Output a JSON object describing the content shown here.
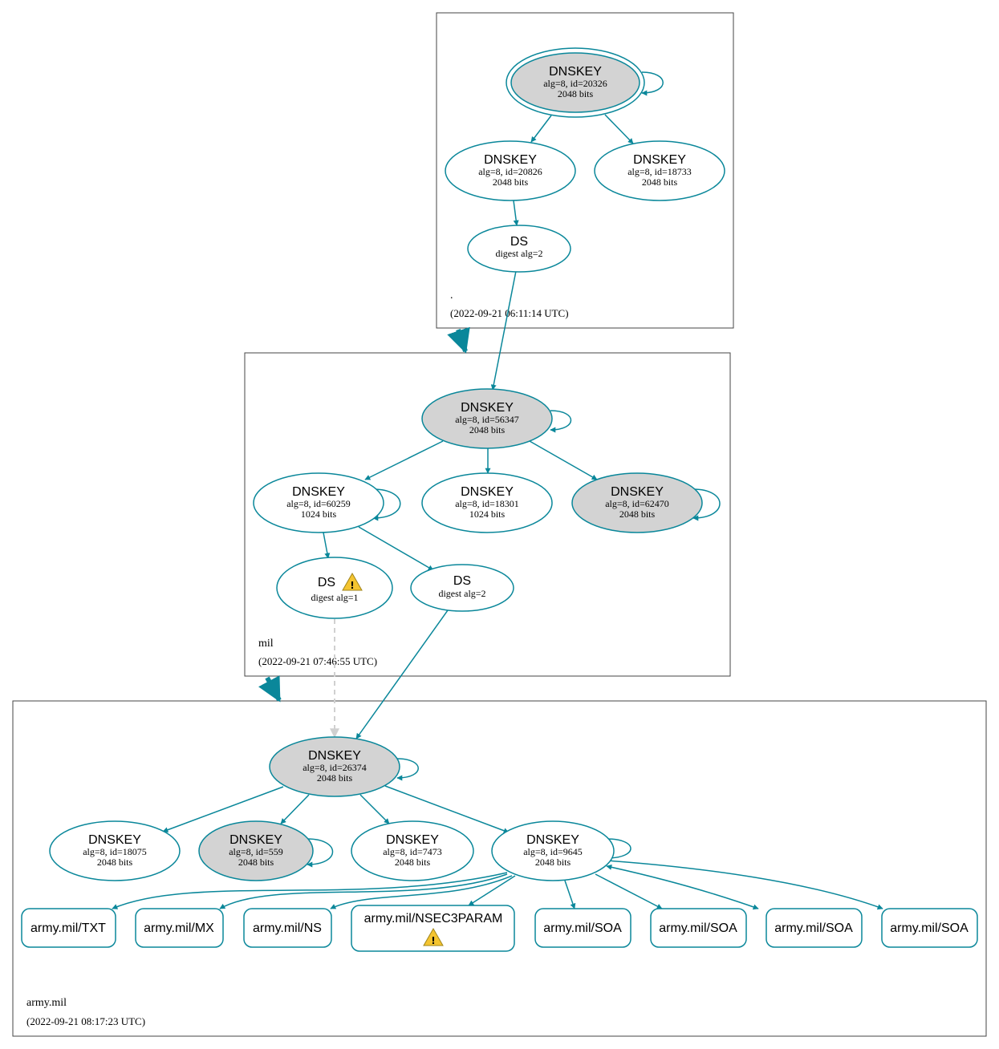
{
  "colors": {
    "edge": "#0a879a",
    "key_fill": "#d3d3d3",
    "dashed": "#d0d0d0",
    "warn": "#f4c430",
    "border": "#444444"
  },
  "zones": {
    "root": {
      "name": ".",
      "timestamp": "(2022-09-21 06:11:14 UTC)"
    },
    "mil": {
      "name": "mil",
      "timestamp": "(2022-09-21 07:46:55 UTC)"
    },
    "army": {
      "name": "army.mil",
      "timestamp": "(2022-09-21 08:17:23 UTC)"
    }
  },
  "nodes": {
    "root_ksk": {
      "title": "DNSKEY",
      "l1": "alg=8, id=20326",
      "l2": "2048 bits"
    },
    "root_zsk1": {
      "title": "DNSKEY",
      "l1": "alg=8, id=20826",
      "l2": "2048 bits"
    },
    "root_zsk2": {
      "title": "DNSKEY",
      "l1": "alg=8, id=18733",
      "l2": "2048 bits"
    },
    "root_ds": {
      "title": "DS",
      "l1": "digest alg=2"
    },
    "mil_ksk": {
      "title": "DNSKEY",
      "l1": "alg=8, id=56347",
      "l2": "2048 bits"
    },
    "mil_k1": {
      "title": "DNSKEY",
      "l1": "alg=8, id=60259",
      "l2": "1024 bits"
    },
    "mil_k2": {
      "title": "DNSKEY",
      "l1": "alg=8, id=18301",
      "l2": "1024 bits"
    },
    "mil_k3": {
      "title": "DNSKEY",
      "l1": "alg=8, id=62470",
      "l2": "2048 bits"
    },
    "mil_ds1": {
      "title": "DS",
      "l1": "digest alg=1"
    },
    "mil_ds2": {
      "title": "DS",
      "l1": "digest alg=2"
    },
    "army_ksk": {
      "title": "DNSKEY",
      "l1": "alg=8, id=26374",
      "l2": "2048 bits"
    },
    "army_k1": {
      "title": "DNSKEY",
      "l1": "alg=8, id=18075",
      "l2": "2048 bits"
    },
    "army_k2": {
      "title": "DNSKEY",
      "l1": "alg=8, id=559",
      "l2": "2048 bits"
    },
    "army_k3": {
      "title": "DNSKEY",
      "l1": "alg=8, id=7473",
      "l2": "2048 bits"
    },
    "army_k4": {
      "title": "DNSKEY",
      "l1": "alg=8, id=9645",
      "l2": "2048 bits"
    }
  },
  "rrsets": [
    "army.mil/TXT",
    "army.mil/MX",
    "army.mil/NS",
    "army.mil/NSEC3PARAM",
    "army.mil/SOA",
    "army.mil/SOA",
    "army.mil/SOA",
    "army.mil/SOA"
  ]
}
